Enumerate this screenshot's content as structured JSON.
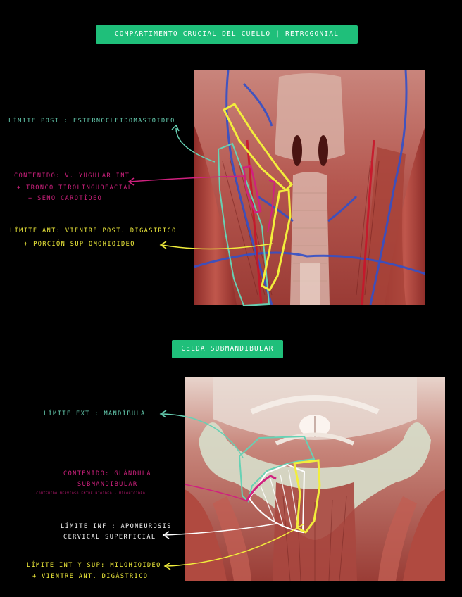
{
  "section1": {
    "title": "Compartimento crucial del cuello | retrogonial",
    "limite_post": "Límite post : esternocleidomastoideo",
    "contenido_line1": "Contenido: v. yugular int",
    "contenido_line2": "+ tronco tirolinguofacial",
    "contenido_line3": "+ seno carotídeo",
    "limite_ant_line1": "Límite ant: vientre post. digástrico",
    "limite_ant_line2": "+ porción sup omohioideo"
  },
  "section2": {
    "title": "Celda submandibular",
    "limite_ext": "Límite ext : mandíbula",
    "contenido_line1": "Contenido: glándula",
    "contenido_line2": "submandibular",
    "contenido_note": "(contenido nervioso entre hioideo - milohioideo)",
    "limite_inf_line1": "Límite inf : aponeurosis",
    "limite_inf_line2": "cervical superficial",
    "limite_int_line1": "Límite int y sup: milohioideo",
    "limite_int_line2": "+ vientre ant. digástrico"
  },
  "colors": {
    "banner": "#1fbf7a",
    "teal": "#67d1b4",
    "magenta": "#d0217f",
    "yellow": "#f2ee3c",
    "white": "#f3f3f3"
  }
}
